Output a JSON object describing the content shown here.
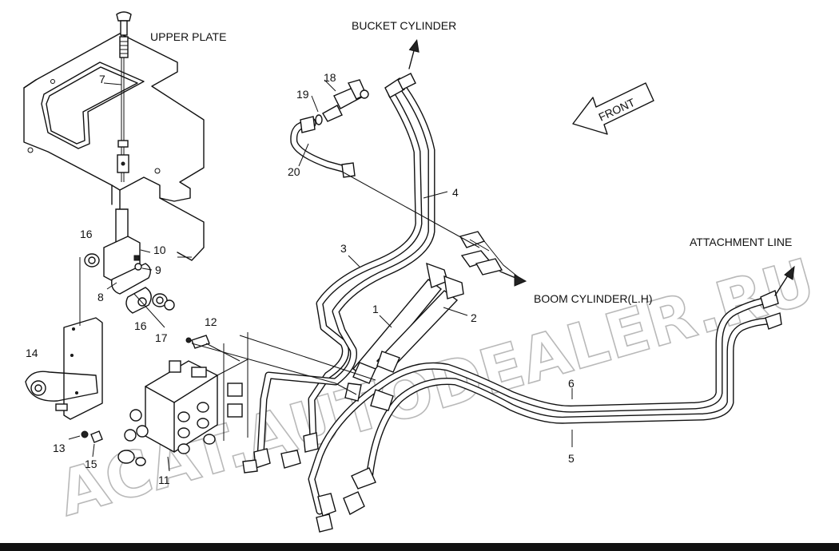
{
  "labels": {
    "upper_plate": "UPPER PLATE",
    "bucket_cylinder": "BUCKET CYLINDER",
    "front": "FRONT",
    "attachment_line": "ATTACHMENT LINE",
    "boom_cylinder": "BOOM CYLINDER(L.H)"
  },
  "watermark": {
    "line1": "ACAT.AUTODEALER.RU"
  },
  "parts": {
    "p1": "1",
    "p2": "2",
    "p3": "3",
    "p4": "4",
    "p5": "5",
    "p6": "6",
    "p7": "7",
    "p8": "8",
    "p9": "9",
    "p10": "10",
    "p11": "11",
    "p12": "12",
    "p13": "13",
    "p14": "14",
    "p15": "15",
    "p16a": "16",
    "p16b": "16",
    "p17": "17",
    "p18": "18",
    "p19": "19",
    "p20": "20"
  },
  "colors": {
    "line": "#111111",
    "watermark": "#b9b9b9",
    "background": "#ffffff"
  }
}
